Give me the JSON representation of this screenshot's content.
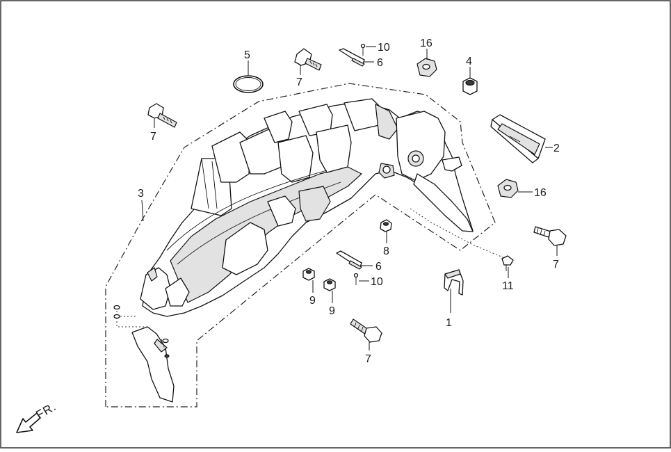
{
  "callouts": {
    "c1": "1",
    "c2": "2",
    "c3": "3",
    "c4": "4",
    "c5": "5",
    "c6a": "6",
    "c6b": "6",
    "c7a": "7",
    "c7b": "7",
    "c7c": "7",
    "c7d": "7",
    "c8": "8",
    "c9a": "9",
    "c9b": "9",
    "c10a": "10",
    "c10b": "10",
    "c11": "11",
    "c16a": "16",
    "c16b": "16"
  },
  "front_indicator": {
    "label": "FR.",
    "icon": "arrow-down-left-icon"
  },
  "colors": {
    "line": "#111111",
    "background": "#ffffff",
    "frame": "#333333"
  }
}
